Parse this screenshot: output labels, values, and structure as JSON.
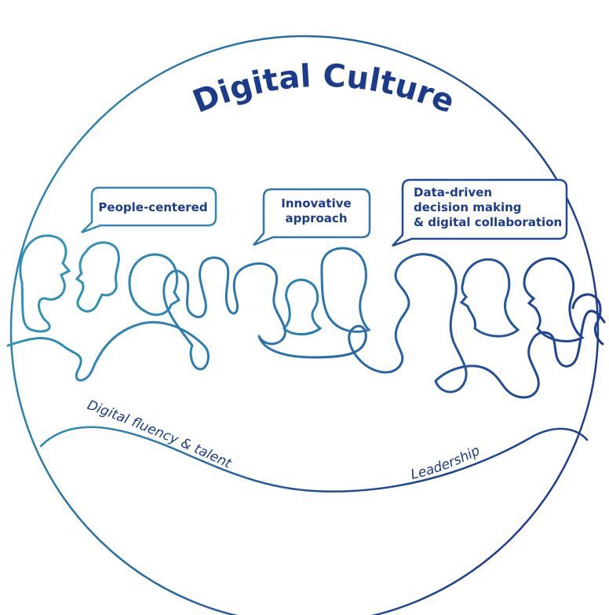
{
  "colors": {
    "circle_start": "#2c8ab0",
    "circle_end": "#1d3f8f",
    "title": "#1b3b8c",
    "bubble_text": "#1b3b8c",
    "label_text": "#1b3b8c"
  },
  "title": "Digital Culture",
  "bubbles": [
    {
      "lines": [
        "People-centered"
      ]
    },
    {
      "lines": [
        "Innovative",
        "approach"
      ]
    },
    {
      "lines": [
        "Data-driven",
        "decision making",
        "& digital collaboration"
      ]
    }
  ],
  "curve_labels": {
    "left": "Digital fluency & talent",
    "right": "Leadership"
  }
}
